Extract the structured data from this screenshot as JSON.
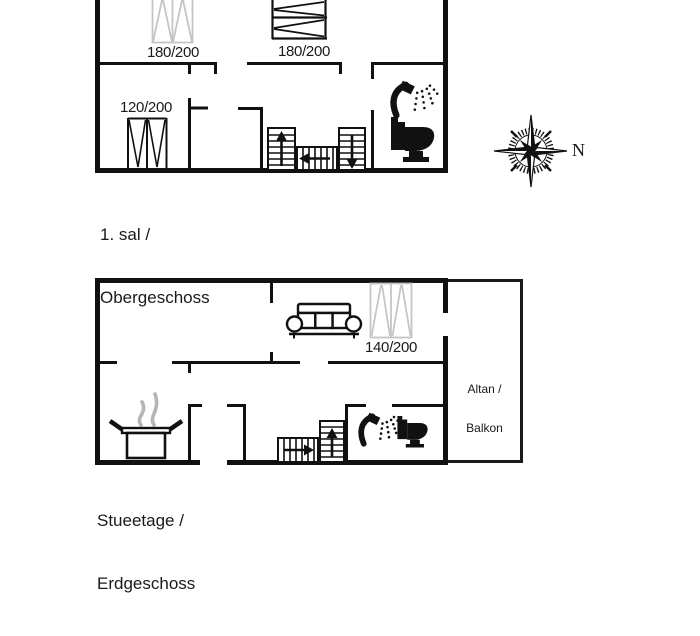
{
  "upper_floor": {
    "label_line1": "1. sal /",
    "label_line2": "Obergeschoss",
    "bed_left_label": "180/200",
    "bed_right_label": "180/200",
    "bed_small_label": "120/200"
  },
  "ground_floor": {
    "label_line1": "Stueetage /",
    "label_line2": "Erdgeschoss",
    "bed_label": "140/200",
    "balcony_line1": "Altan /",
    "balcony_line2": "Balkon"
  },
  "compass": {
    "north": "N"
  },
  "colors": {
    "ink": "#1a1a1a",
    "light_gray": "#c5c5c5",
    "steam_gray": "#b5b5b5"
  }
}
